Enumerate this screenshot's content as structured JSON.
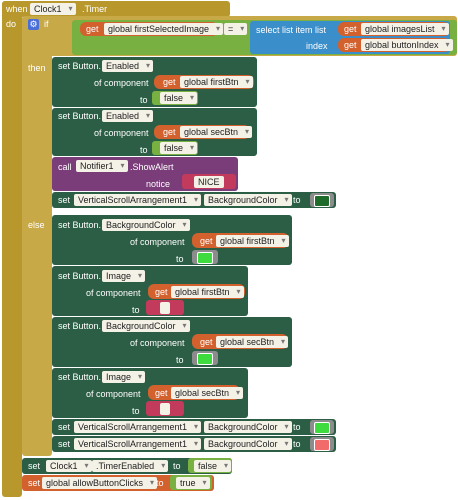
{
  "event": {
    "when_label": "when",
    "component": "Clock1",
    "event_name": ".Timer",
    "do_label": "do"
  },
  "if_block": {
    "if_label": "if",
    "get_label": "get",
    "left_var": "global firstSelectedImage",
    "op": "=",
    "select_label": "select list item  list",
    "list_var": "global imagesList",
    "index_label": "index",
    "index_var": "global buttonIndex",
    "then_label": "then",
    "else_label": "else"
  },
  "then_branch": {
    "set1": {
      "set_label": "set Button.",
      "prop": "Enabled",
      "of_component": "of component",
      "get": "get",
      "var": "global firstBtn",
      "to": "to",
      "value": "false"
    },
    "set2": {
      "set_label": "set Button.",
      "prop": "Enabled",
      "of_component": "of component",
      "get": "get",
      "var": "global secBtn",
      "to": "to",
      "value": "false"
    },
    "alert": {
      "call_label": "call",
      "component": "Notifier1",
      "method": ".ShowAlert",
      "notice_label": "notice",
      "notice_text": "NICE"
    },
    "set3": {
      "set_label": "set",
      "component": "VerticalScrollArrangement1",
      "prop": "BackgroundColor",
      "to": "to",
      "color": "#1f6b2a"
    }
  },
  "else_branch": {
    "set1": {
      "set_label": "set Button.",
      "prop": "BackgroundColor",
      "of_component": "of component",
      "get": "get",
      "var": "global firstBtn",
      "to": "to",
      "color": "#3ddb3d"
    },
    "set2": {
      "set_label": "set Button.",
      "prop": "Image",
      "of_component": "of component",
      "get": "get",
      "var": "global firstBtn",
      "to": "to",
      "value": ""
    },
    "set3": {
      "set_label": "set Button.",
      "prop": "BackgroundColor",
      "of_component": "of component",
      "get": "get",
      "var": "global secBtn",
      "to": "to",
      "color": "#3ddb3d"
    },
    "set4": {
      "set_label": "set Button.",
      "prop": "Image",
      "of_component": "of component",
      "get": "get",
      "var": "global secBtn",
      "to": "to",
      "value": ""
    },
    "set5": {
      "set_label": "set",
      "component": "VerticalScrollArrangement1",
      "prop": "BackgroundColor",
      "to": "to",
      "color": "#3ddb3d"
    },
    "set6": {
      "set_label": "set",
      "component": "VerticalScrollArrangement1",
      "prop": "BackgroundColor",
      "to": "to",
      "color": "#f26b6b"
    }
  },
  "after": {
    "set_timer": {
      "set_label": "set",
      "component": "Clock1",
      "prop": ".TimerEnabled",
      "to": "to",
      "value": "false"
    },
    "set_global": {
      "set_label": "set",
      "var": "global allowButtonClicks",
      "to": "to",
      "value": "true"
    }
  }
}
